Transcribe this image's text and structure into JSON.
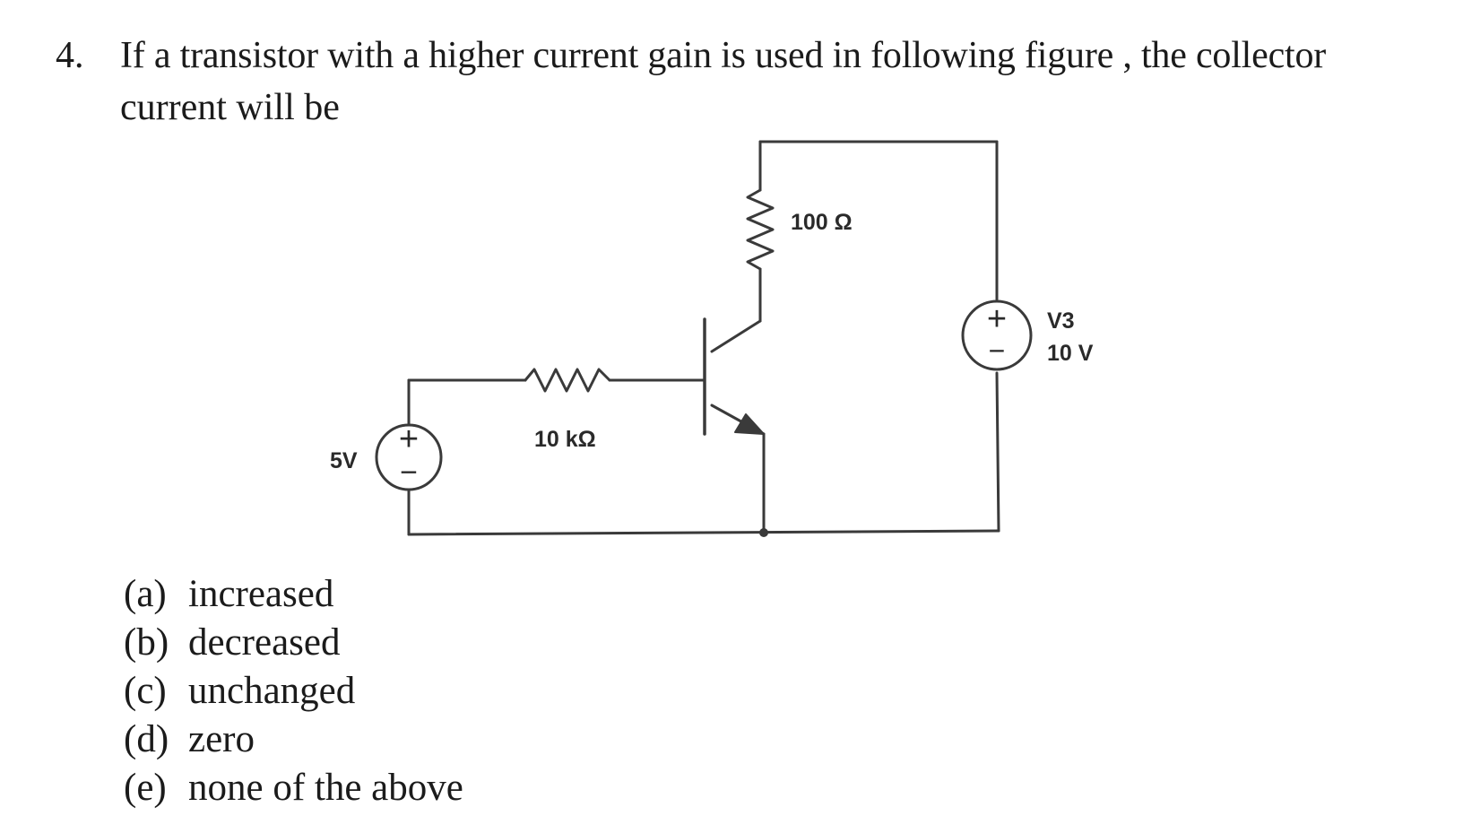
{
  "question": {
    "number": "4.",
    "line1": "If a transistor with a higher current gain is used in following figure , the collector",
    "line2": "current will be"
  },
  "circuit": {
    "r_collector_label": "100 Ω",
    "r_base_label": "10 kΩ",
    "v_base_label": "5V",
    "v_collector_name": "V3",
    "v_collector_value": "10 V",
    "plus_sign": "+",
    "minus_sign": "−"
  },
  "options": [
    {
      "label": "(a)",
      "text": "increased"
    },
    {
      "label": "(b)",
      "text": "decreased"
    },
    {
      "label": "(c)",
      "text": "unchanged"
    },
    {
      "label": "(d)",
      "text": "zero"
    },
    {
      "label": "(e)",
      "text": "none of the above"
    }
  ]
}
